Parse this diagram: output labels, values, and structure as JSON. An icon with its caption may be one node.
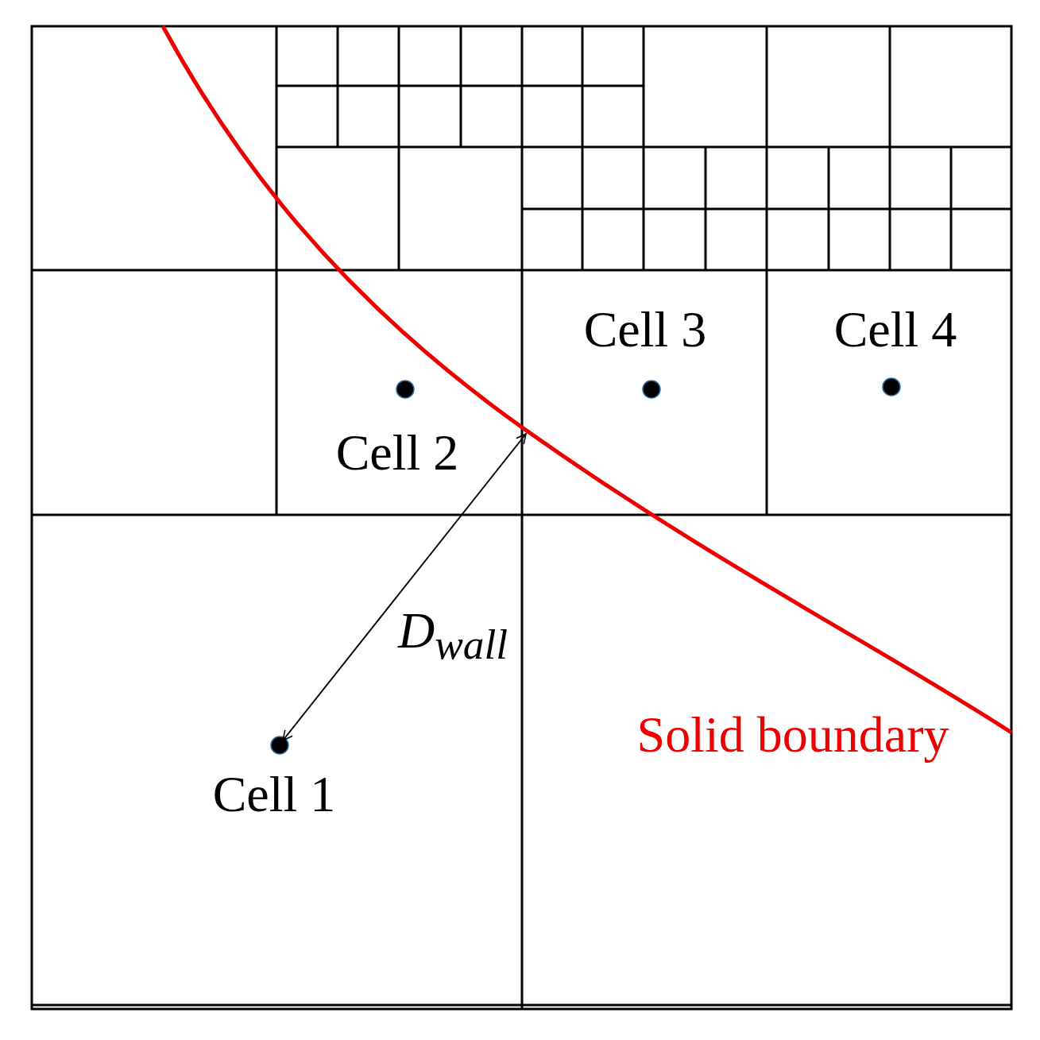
{
  "diagram": {
    "labels": [
      "Cell 3",
      "Cell 4",
      "Cell 2",
      "D$_{wall}$",
      "Solid boundary",
      "Cell 1"
    ]
  }
}
